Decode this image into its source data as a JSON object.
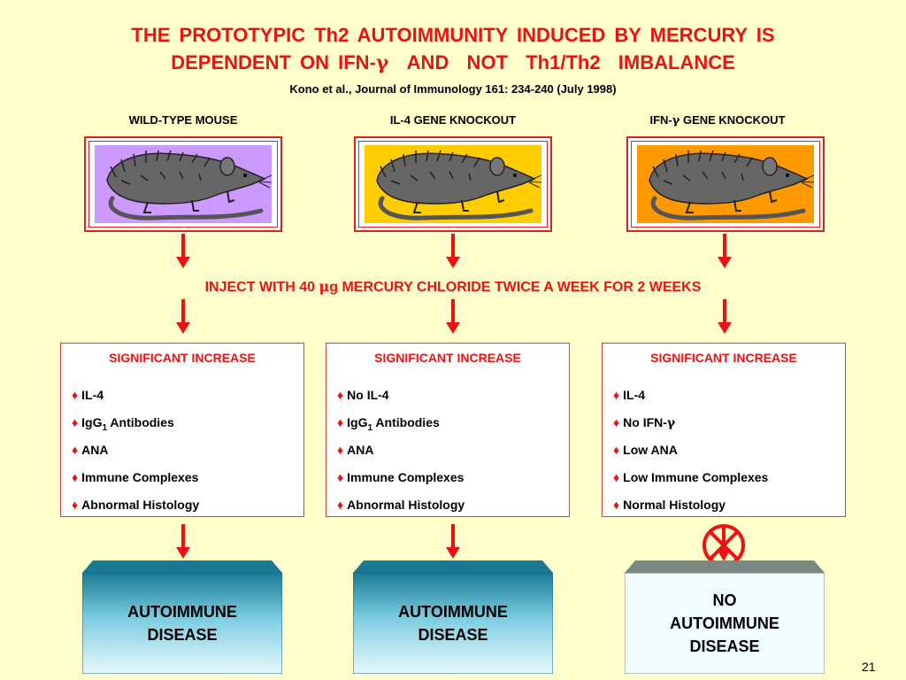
{
  "title": {
    "line1": "THE  PROTOTYPIC  Th2  AUTOIMMUNITY  INDUCED  BY  MERCURY  IS",
    "line2_prefix": "DEPENDENT ON  IFN-",
    "line2_greek": "γ",
    "line2_suffix": "  AND  NOT  Th1/Th2  IMBALANCE"
  },
  "citation": "Kono et al., Journal of Immunology 161: 234-240 (July 1998)",
  "columns": [
    {
      "label": "WILD-TYPE MOUSE",
      "mouse_bg_color": "#cc99ff",
      "results_heading": "SIGNIFICANT INCREASE",
      "results": [
        "IL-4",
        "IgG1 Antibodies",
        "ANA",
        "Immune Complexes",
        "Abnormal Histology"
      ],
      "outcome": "AUTOIMMUNE\nDISEASE"
    },
    {
      "label": "IL-4 GENE KNOCKOUT",
      "mouse_bg_color": "#ffcc00",
      "results_heading": "SIGNIFICANT INCREASE",
      "results": [
        "No IL-4",
        "IgG1 Antibodies",
        "ANA",
        "Immune Complexes",
        "Abnormal Histology"
      ],
      "outcome": "AUTOIMMUNE\nDISEASE"
    },
    {
      "label_prefix": "IFN-",
      "label_greek": "γ",
      "label_suffix": " GENE KNOCKOUT",
      "mouse_bg_color": "#ff9900",
      "results_heading": "SIGNIFICANT INCREASE",
      "results": [
        "IL-4",
        "No IFN-γ",
        "Low ANA",
        "Low Immune Complexes",
        "Normal Histology"
      ],
      "outcome": "NO\nAUTOIMMUNE\nDISEASE"
    }
  ],
  "injection": {
    "prefix": "INJECT WITH 40 ",
    "unit_greek": "μ",
    "suffix": "g MERCURY CHLORIDE TWICE A WEEK FOR 2 WEEKS"
  },
  "bullet_symbol": "♦",
  "page_number": "21",
  "colors": {
    "title_red": "#ee1111",
    "background": "#ffffcc",
    "outcome_disease_top": "#1a7a95",
    "outcome_disease_grad_end": "#e8f8fc",
    "outcome_none_top": "#7a8a82",
    "outcome_none_fill": "#f0fcff"
  }
}
